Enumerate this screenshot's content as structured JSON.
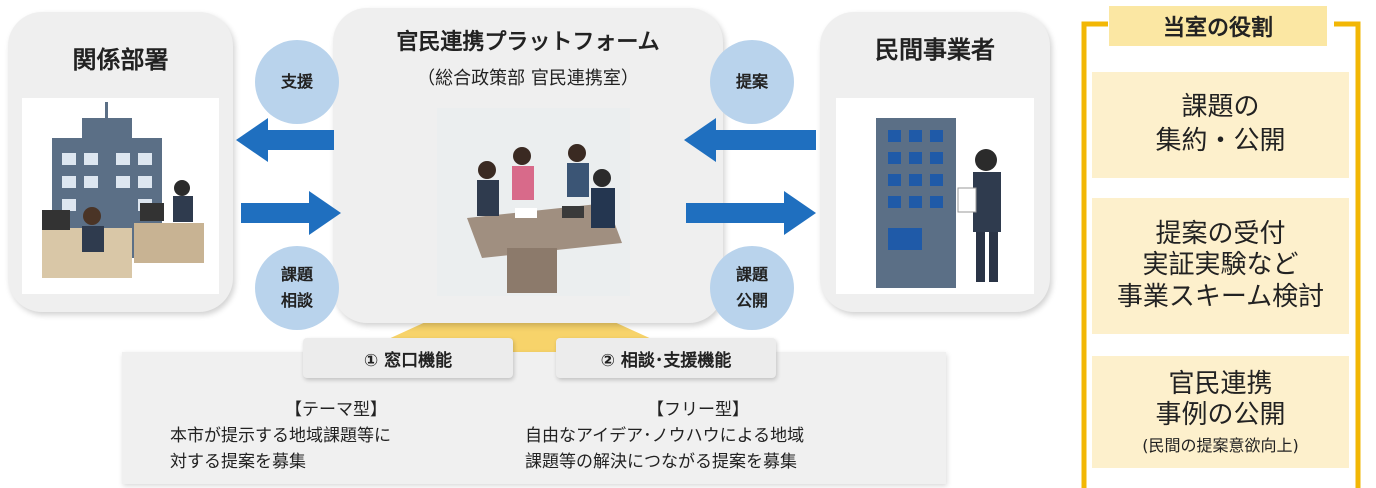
{
  "left_panel": {
    "title": "関係部署"
  },
  "center_panel": {
    "title": "官民連携プラットフォーム",
    "subtitle": "（総合政策部 官民連携室）"
  },
  "right_panel": {
    "title": "民間事業者"
  },
  "bubbles": {
    "support": "支援",
    "proposal": "提案",
    "issue_consult": "課題\n相談",
    "issue_publish": "課題\n公開"
  },
  "functions": {
    "window": {
      "tab": "① 窓口機能",
      "type": "【テーマ型】",
      "desc": "本市が提示する地域課題等に\n対する提案を募集"
    },
    "consult": {
      "tab": "② 相談･支援機能",
      "type": "【フリー型】",
      "desc": "自由なアイデア･ノウハウによる地域\n課題等の解決につながる提案を募集"
    }
  },
  "role": {
    "heading": "当室の役割",
    "items": [
      {
        "text": "課題の\n集約・公開"
      },
      {
        "text": "提案の受付\n実証実験など\n事業スキーム検討"
      },
      {
        "text": "官民連携\n事例の公開",
        "note": "(民間の提案意欲向上)"
      }
    ]
  },
  "colors": {
    "arrow": "#1f6fbf",
    "bubble": "#b9d3ec",
    "role_border": "#f2b705",
    "role_fill": "#fdf0cc"
  }
}
